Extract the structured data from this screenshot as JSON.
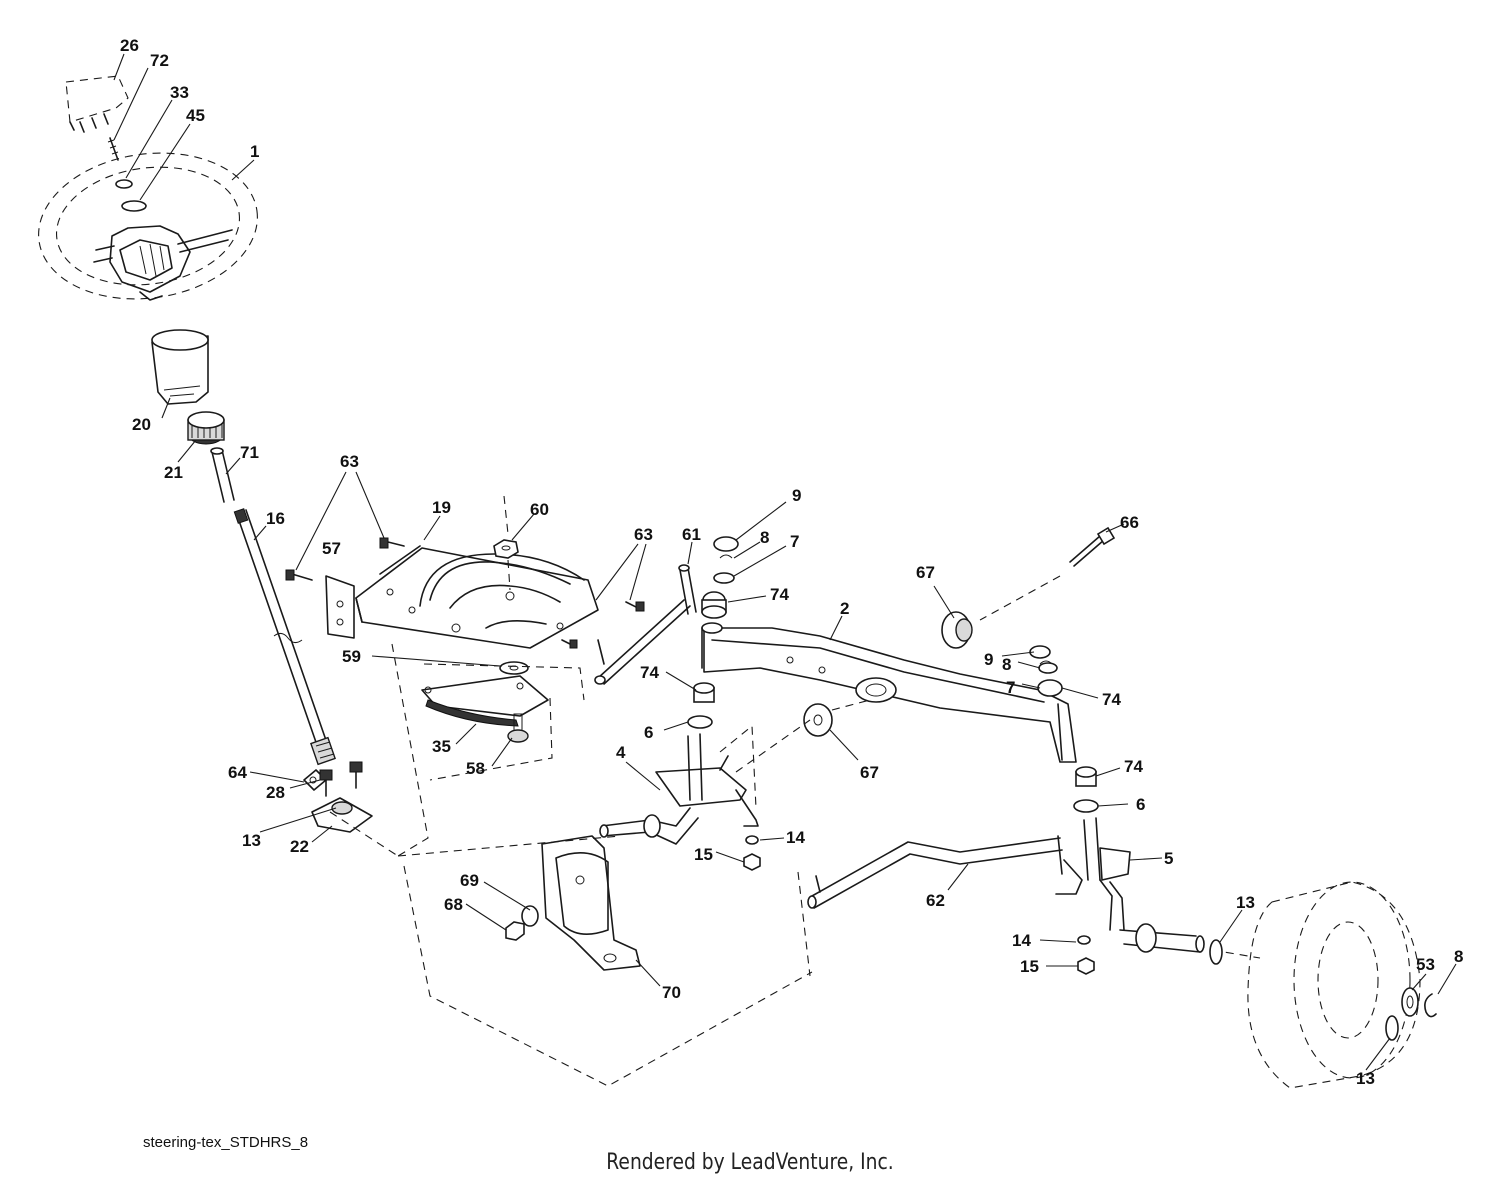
{
  "diagram": {
    "labels": [
      {
        "id": "26",
        "text": "26"
      },
      {
        "id": "72",
        "text": "72"
      },
      {
        "id": "33",
        "text": "33"
      },
      {
        "id": "45",
        "text": "45"
      },
      {
        "id": "1",
        "text": "1"
      },
      {
        "id": "20",
        "text": "20"
      },
      {
        "id": "21",
        "text": "21"
      },
      {
        "id": "71",
        "text": "71"
      },
      {
        "id": "16",
        "text": "16"
      },
      {
        "id": "63a",
        "text": "63"
      },
      {
        "id": "19",
        "text": "19"
      },
      {
        "id": "57",
        "text": "57"
      },
      {
        "id": "60",
        "text": "60"
      },
      {
        "id": "63b",
        "text": "63"
      },
      {
        "id": "61",
        "text": "61"
      },
      {
        "id": "9a",
        "text": "9"
      },
      {
        "id": "8a",
        "text": "8"
      },
      {
        "id": "7a",
        "text": "7"
      },
      {
        "id": "74a",
        "text": "74"
      },
      {
        "id": "66",
        "text": "66"
      },
      {
        "id": "67a",
        "text": "67"
      },
      {
        "id": "2",
        "text": "2"
      },
      {
        "id": "9b",
        "text": "9"
      },
      {
        "id": "8b",
        "text": "8"
      },
      {
        "id": "7b",
        "text": "7"
      },
      {
        "id": "74b",
        "text": "74"
      },
      {
        "id": "59",
        "text": "59"
      },
      {
        "id": "74c",
        "text": "74"
      },
      {
        "id": "6a",
        "text": "6"
      },
      {
        "id": "35",
        "text": "35"
      },
      {
        "id": "58",
        "text": "58"
      },
      {
        "id": "67b",
        "text": "67"
      },
      {
        "id": "74d",
        "text": "74"
      },
      {
        "id": "6b",
        "text": "6"
      },
      {
        "id": "64",
        "text": "64"
      },
      {
        "id": "28",
        "text": "28"
      },
      {
        "id": "13a",
        "text": "13"
      },
      {
        "id": "22",
        "text": "22"
      },
      {
        "id": "4",
        "text": "4"
      },
      {
        "id": "14a",
        "text": "14"
      },
      {
        "id": "15a",
        "text": "15"
      },
      {
        "id": "5",
        "text": "5"
      },
      {
        "id": "69",
        "text": "69"
      },
      {
        "id": "68",
        "text": "68"
      },
      {
        "id": "62",
        "text": "62"
      },
      {
        "id": "70",
        "text": "70"
      },
      {
        "id": "13b",
        "text": "13"
      },
      {
        "id": "14b",
        "text": "14"
      },
      {
        "id": "15b",
        "text": "15"
      },
      {
        "id": "53",
        "text": "53"
      },
      {
        "id": "8c",
        "text": "8"
      },
      {
        "id": "13c",
        "text": "13"
      }
    ]
  },
  "footer": {
    "diagram_code": "steering-tex_STDHRS_8",
    "credit": "Rendered by LeadVenture, Inc."
  }
}
